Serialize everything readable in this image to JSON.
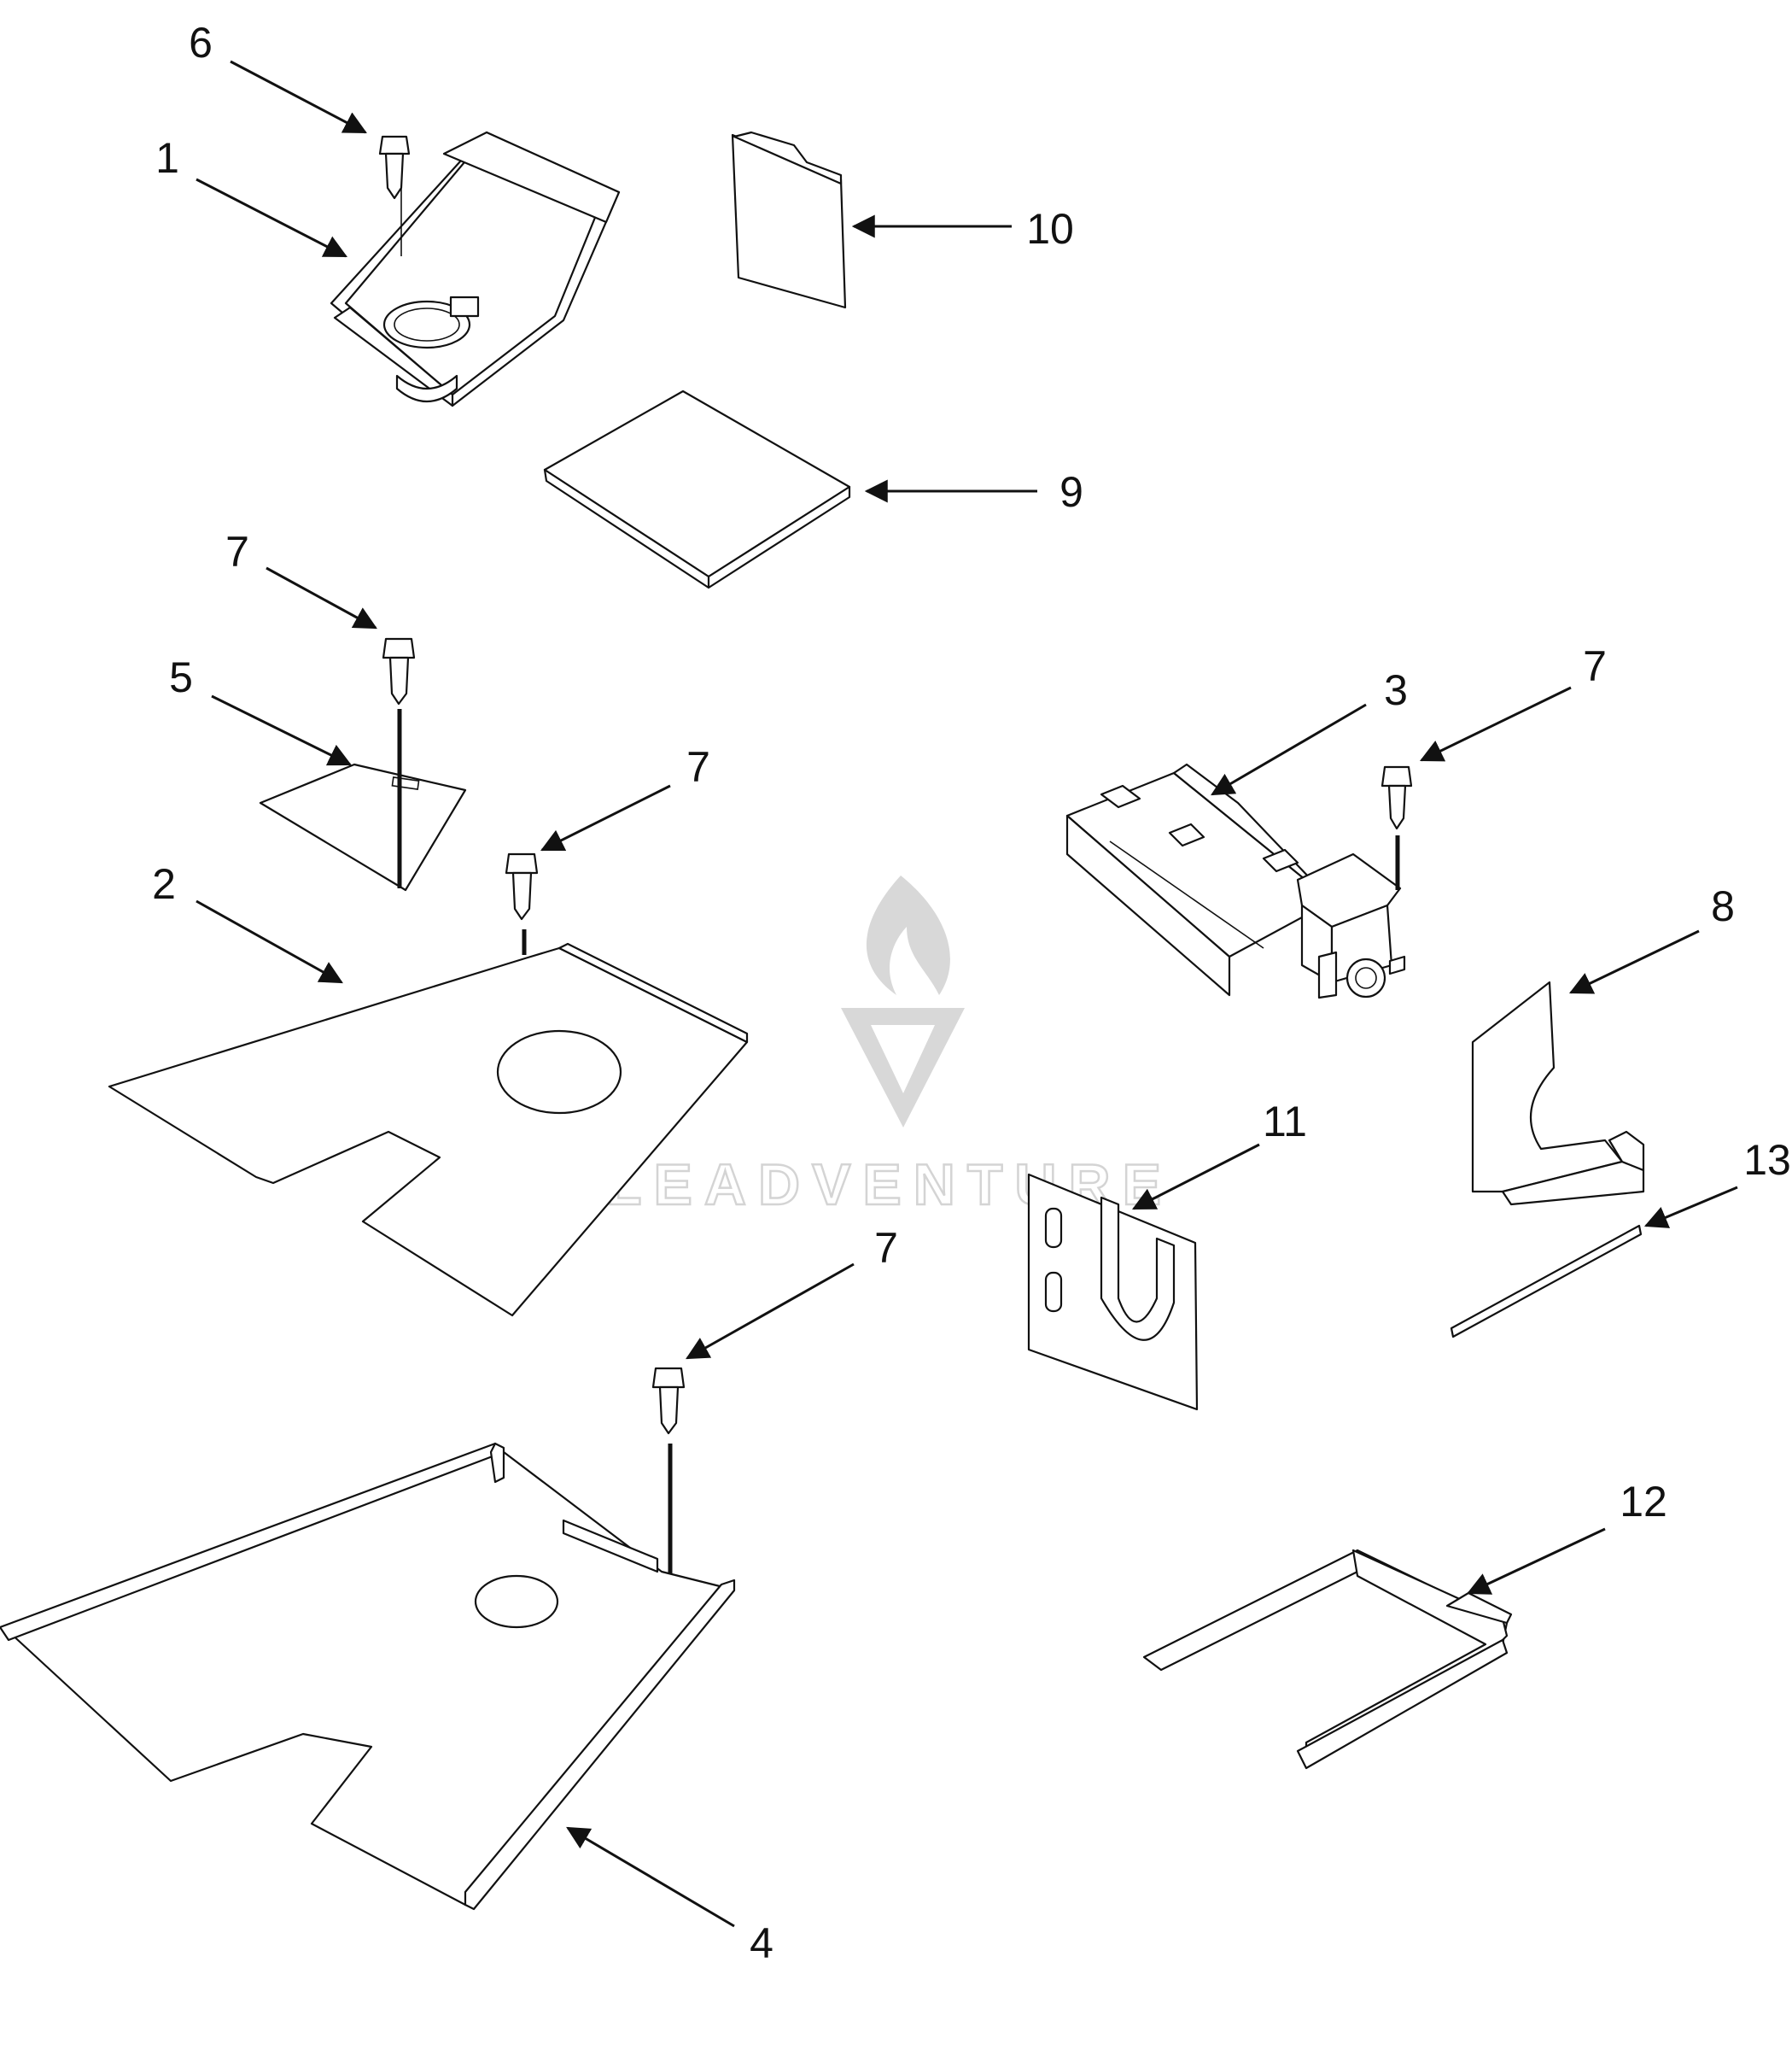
{
  "watermark": {
    "text": "LEADVENTURE"
  },
  "callouts": [
    {
      "id": "c1",
      "number": "1"
    },
    {
      "id": "c2",
      "number": "2"
    },
    {
      "id": "c3",
      "number": "3"
    },
    {
      "id": "c4",
      "number": "4"
    },
    {
      "id": "c5",
      "number": "5"
    },
    {
      "id": "c6",
      "number": "6"
    },
    {
      "id": "c7a",
      "number": "7"
    },
    {
      "id": "c7b",
      "number": "7"
    },
    {
      "id": "c7c",
      "number": "7"
    },
    {
      "id": "c7d",
      "number": "7"
    },
    {
      "id": "c8",
      "number": "8"
    },
    {
      "id": "c9",
      "number": "9"
    },
    {
      "id": "c10",
      "number": "10"
    },
    {
      "id": "c11",
      "number": "11"
    },
    {
      "id": "c12",
      "number": "12"
    },
    {
      "id": "c13",
      "number": "13"
    }
  ]
}
